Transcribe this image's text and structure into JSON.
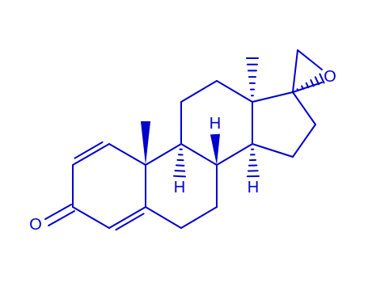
{
  "molecule": {
    "atom_labels": {
      "carbonyl_oxygen": "O",
      "epoxide_oxygen": "O",
      "h_c8": "H",
      "h_c9": "H",
      "h_c14": "H"
    },
    "colors": {
      "bond": "#0000cc",
      "label": "#0000cc",
      "background": "#ffffff"
    }
  }
}
